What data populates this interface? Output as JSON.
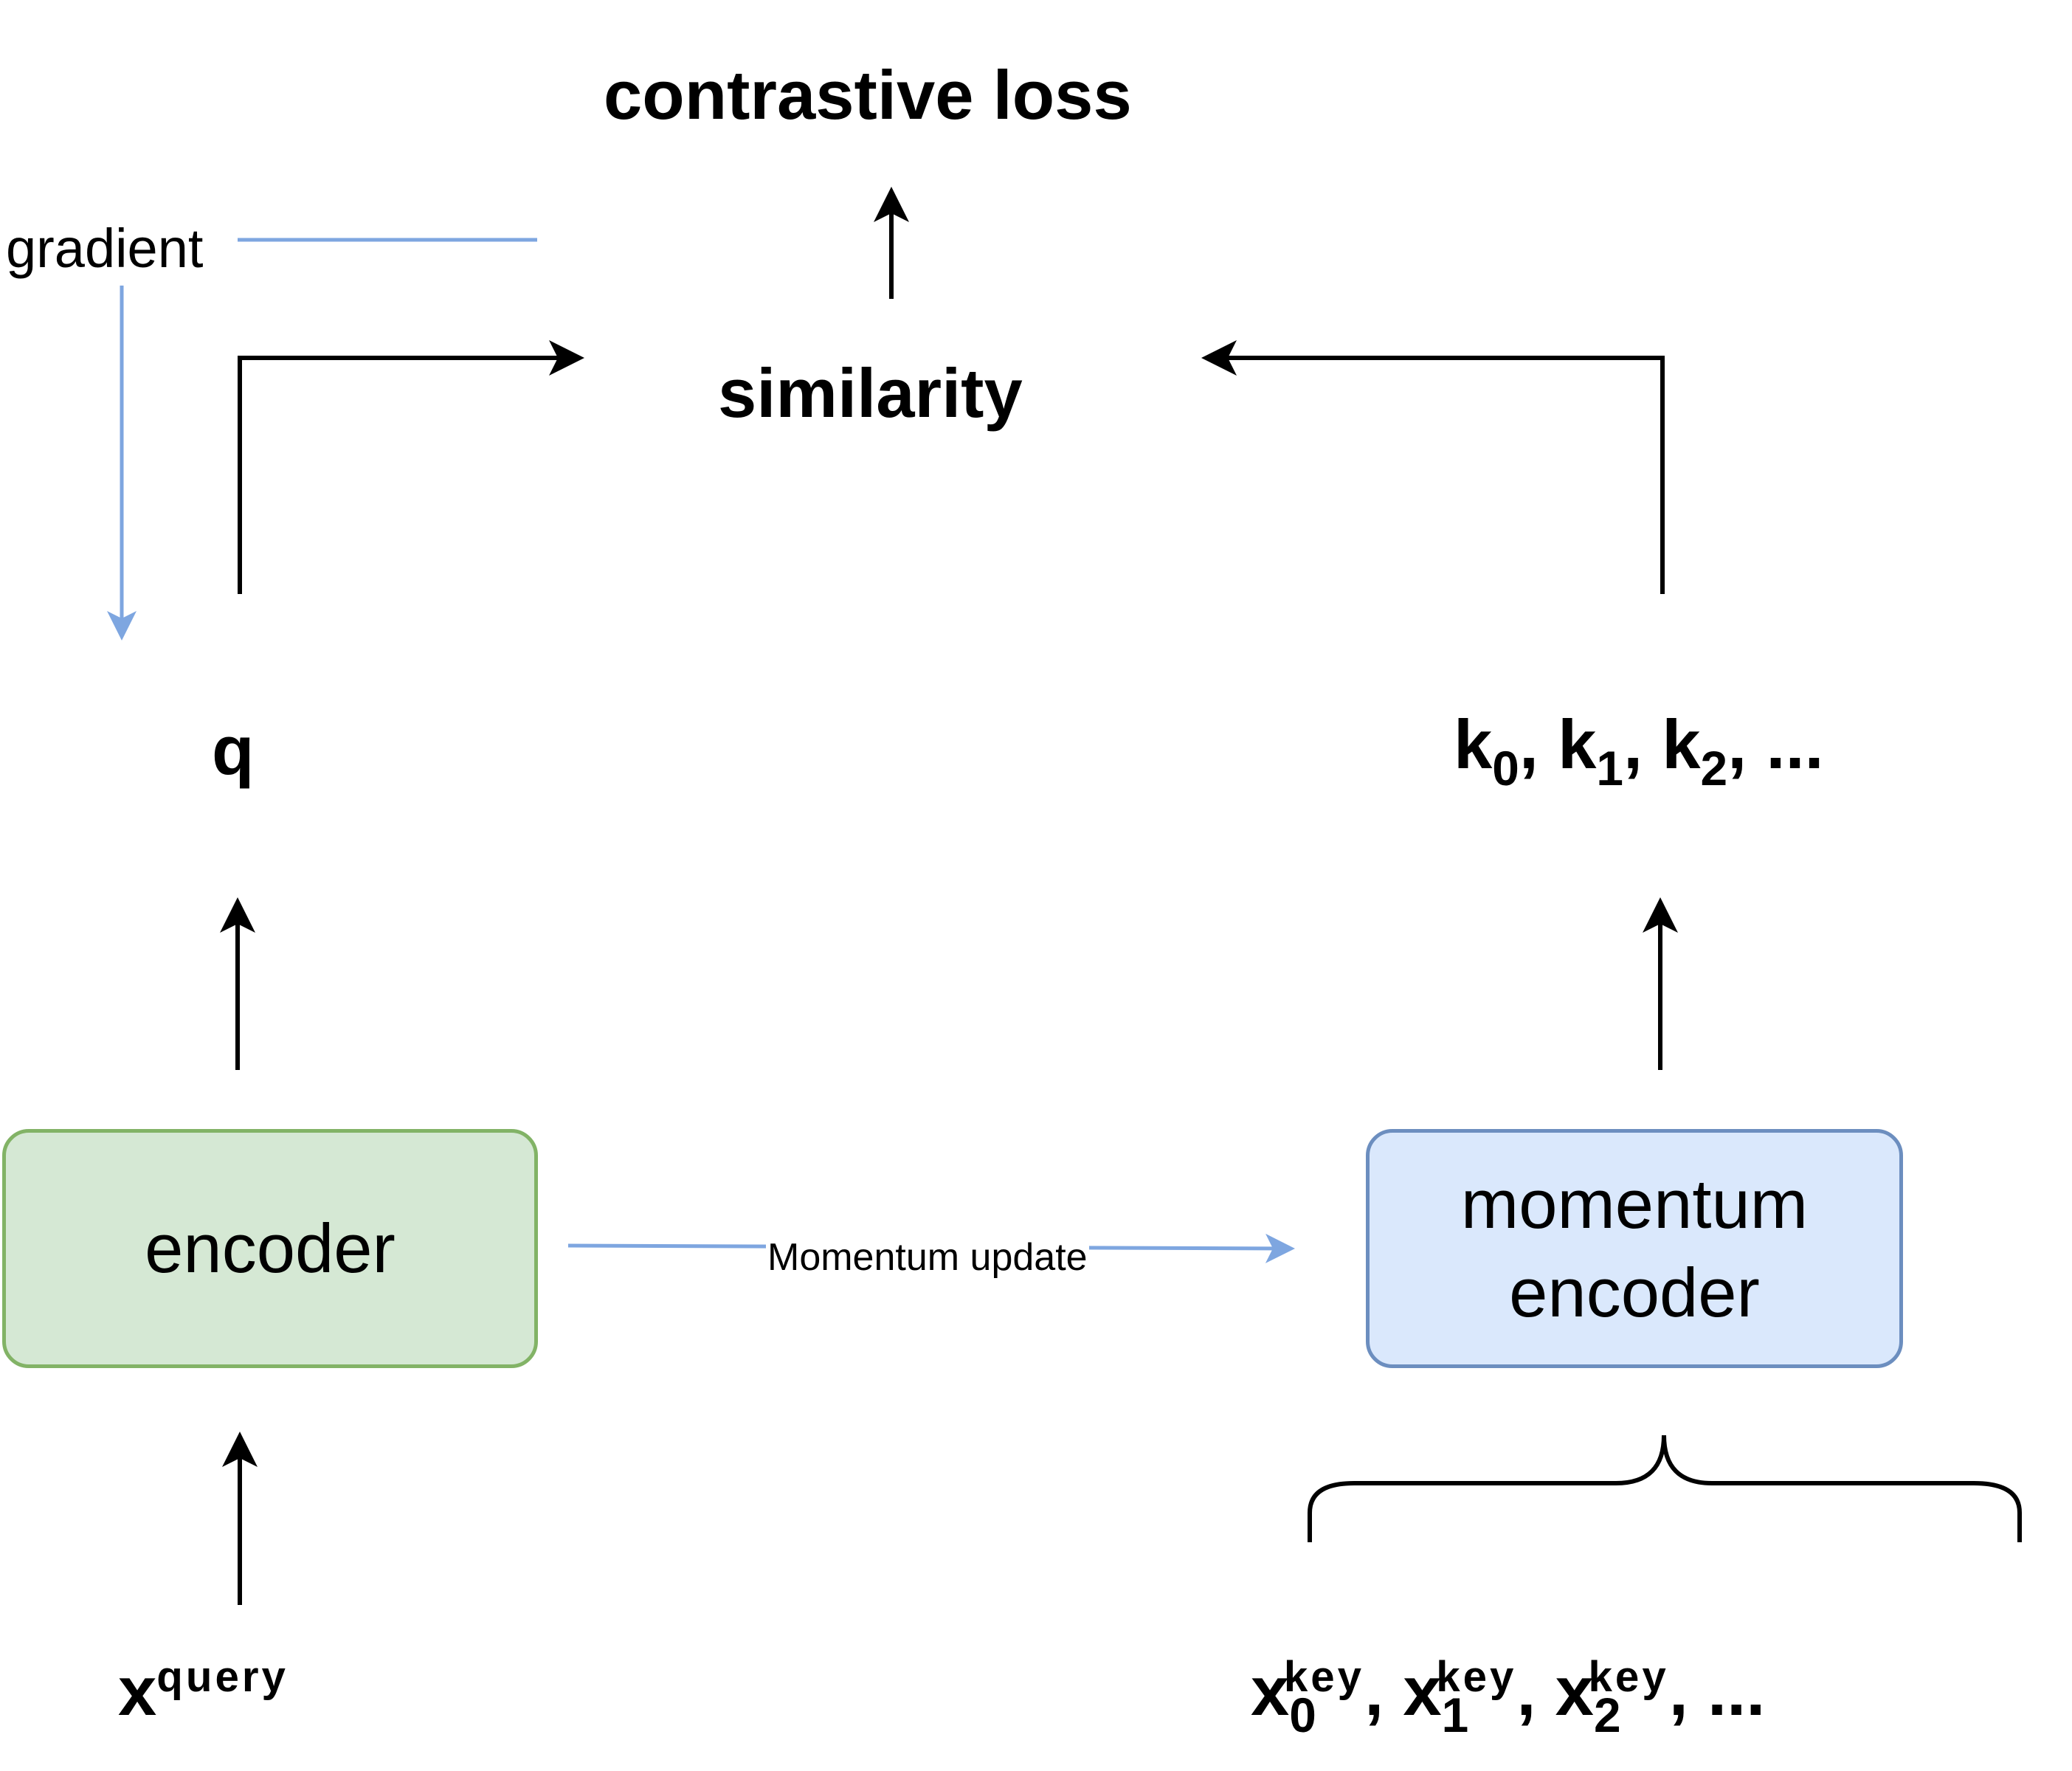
{
  "labels": {
    "contrastive_loss": "contrastive loss",
    "similarity": "similarity",
    "gradient": "gradient",
    "q": "q",
    "keys_k": "k",
    "keys_sub_0": "0",
    "keys_sub_1": "1",
    "keys_sub_2": "2",
    "keys_sep": ", ",
    "keys_tail": ", ...",
    "encoder": "encoder",
    "momentum_encoder_line1": "momentum",
    "momentum_encoder_line2": "encoder",
    "momentum_update": "Momentum update",
    "x_query_base": "x",
    "x_query_sup": "query",
    "x_key_base": "x",
    "x_key_sup": "key",
    "x_key_sep": ", ",
    "x_key_tail": ", ..."
  },
  "colors": {
    "encoder_fill": "#d5e8d4",
    "encoder_border": "#82b366",
    "momentum_fill": "#dae8fc",
    "momentum_border": "#6c8ebf",
    "gradient_arrow": "#7ea6e0",
    "flow_arrow": "#000000"
  }
}
